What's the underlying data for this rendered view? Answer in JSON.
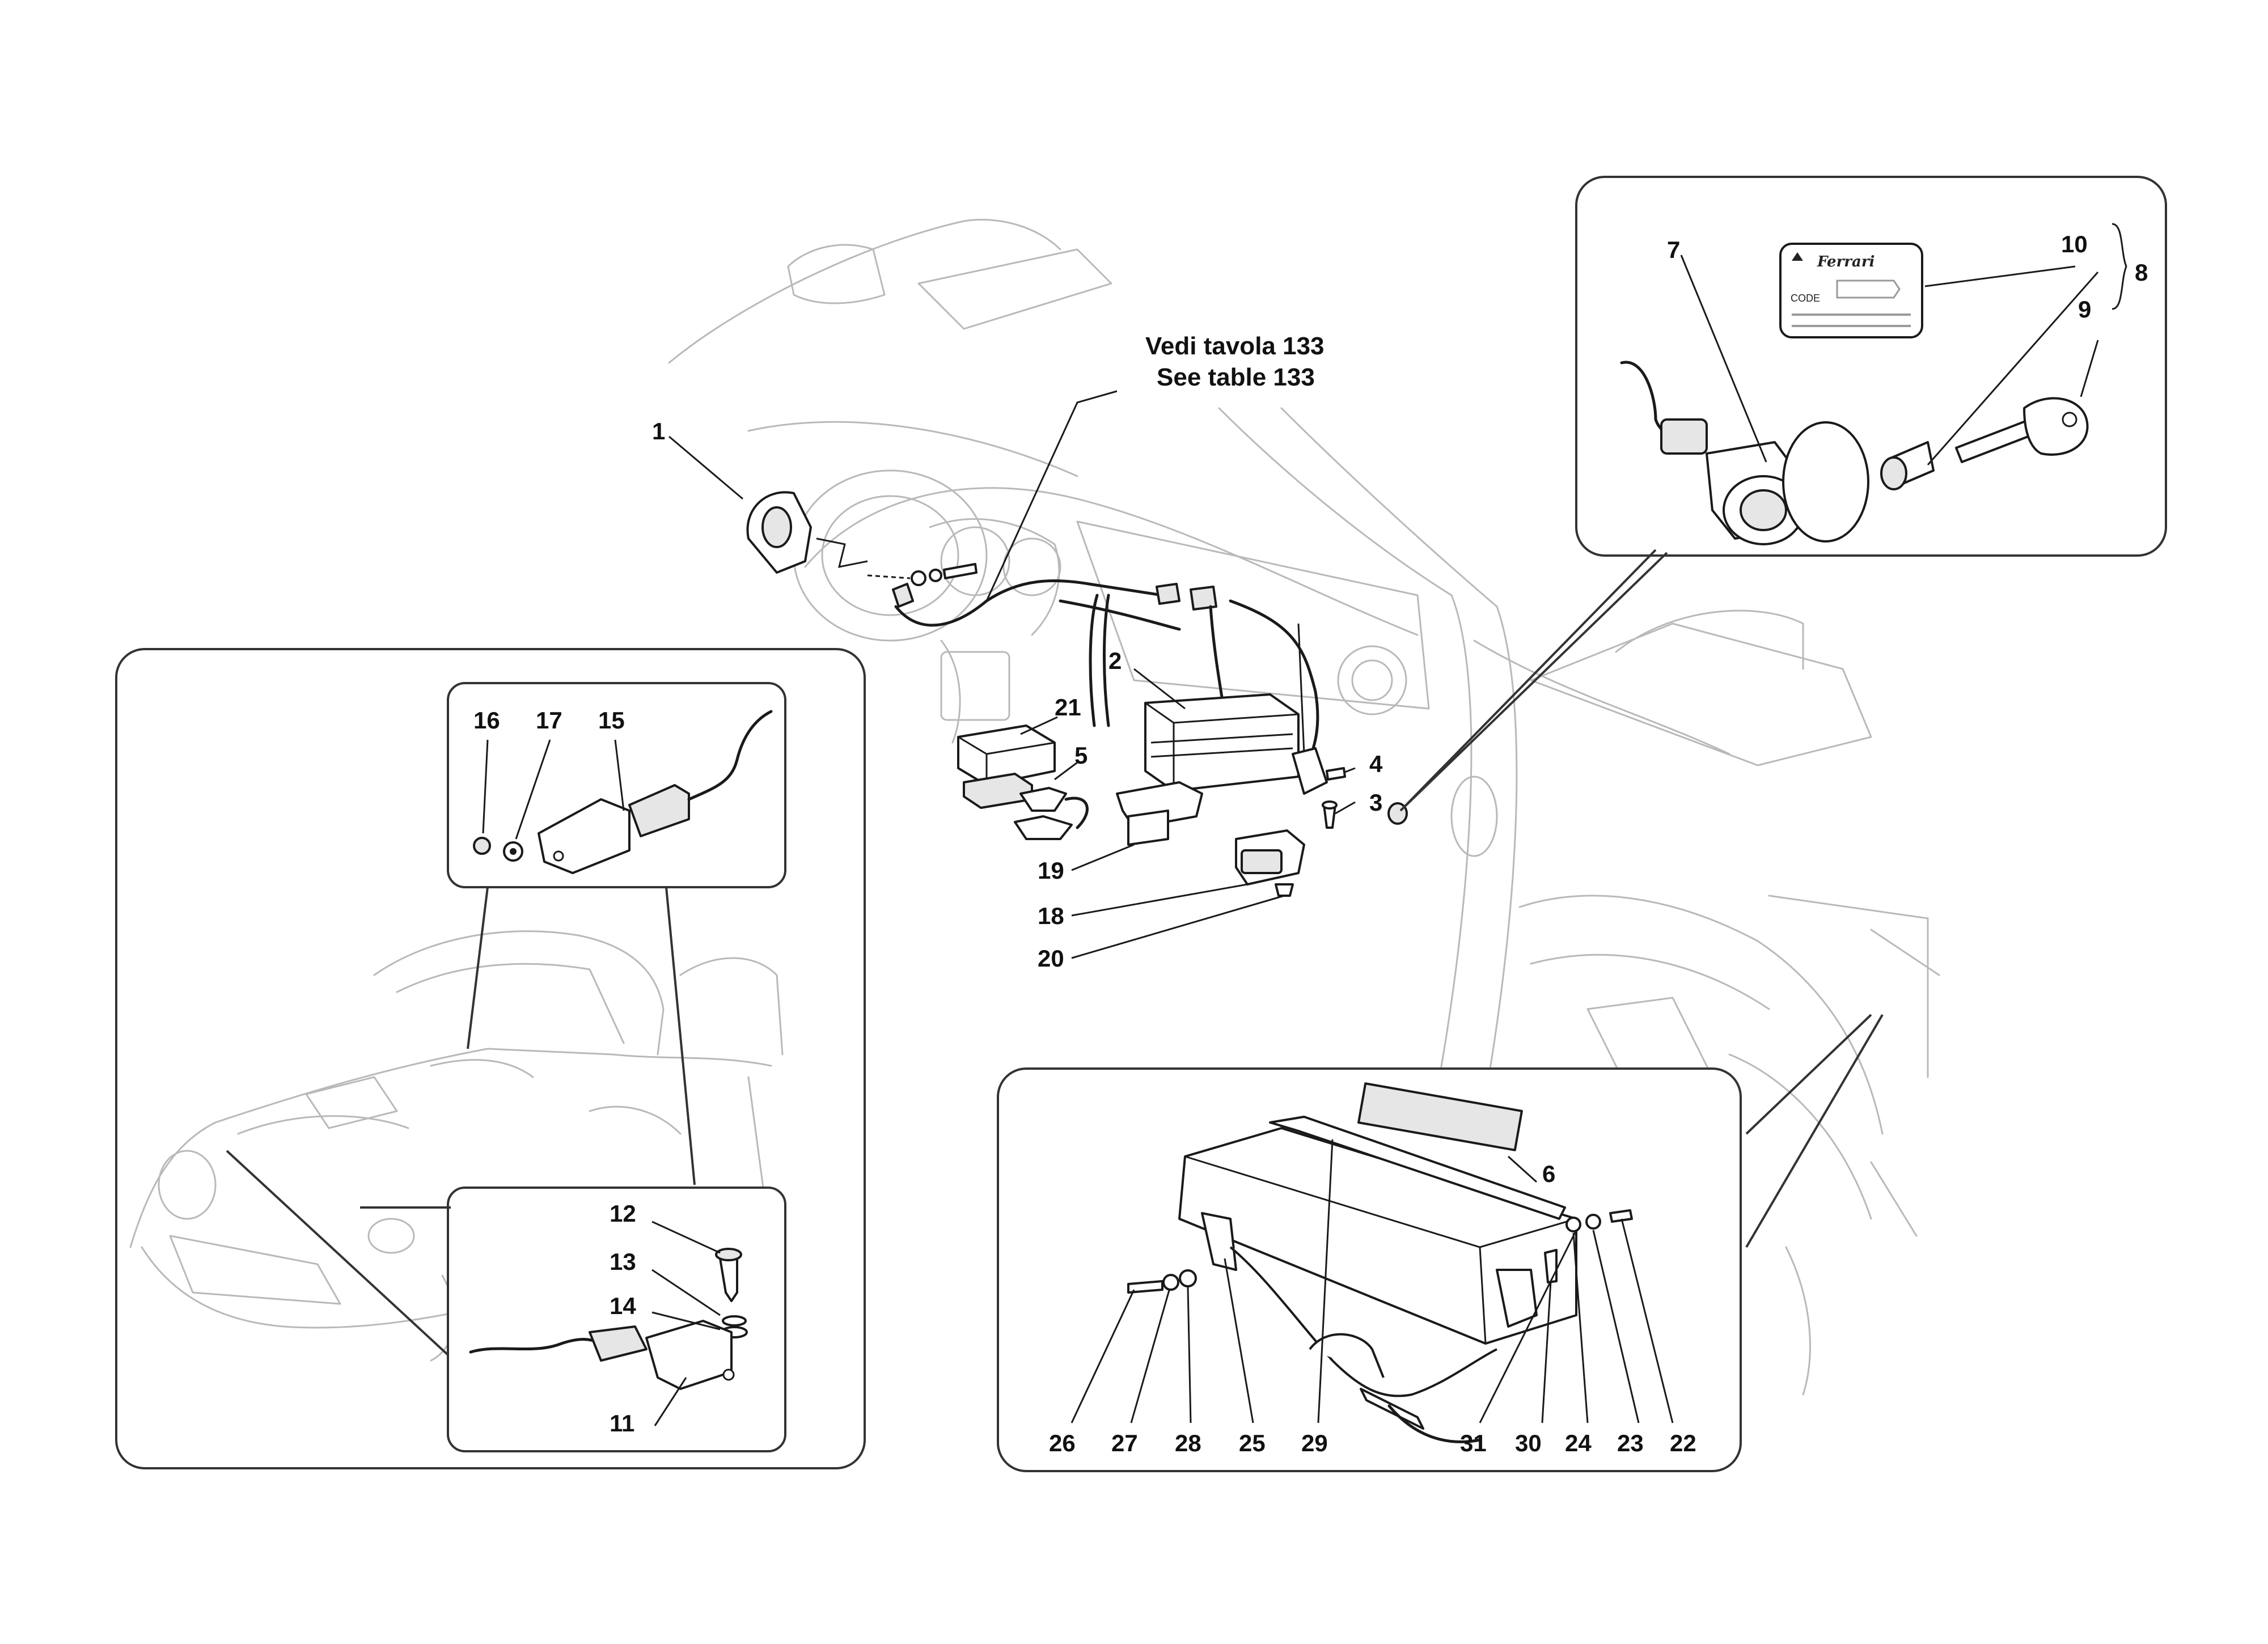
{
  "diagram": {
    "reference_note": {
      "line1": "Vedi tavola 133",
      "line2": "See table 133"
    },
    "code_tag": {
      "brand": "Ferrari",
      "code_label": "CODE"
    },
    "part_numbers": {
      "p1": "1",
      "p2": "2",
      "p3": "3",
      "p4": "4",
      "p5": "5",
      "p6": "6",
      "p7": "7",
      "p8": "8",
      "p9": "9",
      "p10": "10",
      "p11": "11",
      "p12": "12",
      "p13": "13",
      "p14": "14",
      "p15": "15",
      "p16": "16",
      "p17": "17",
      "p18": "18",
      "p19": "19",
      "p20": "20",
      "p21": "21",
      "p22": "22",
      "p23": "23",
      "p24": "24",
      "p25": "25",
      "p26": "26",
      "p27": "27",
      "p28": "28",
      "p29": "29",
      "p30": "30",
      "p31": "31"
    }
  }
}
